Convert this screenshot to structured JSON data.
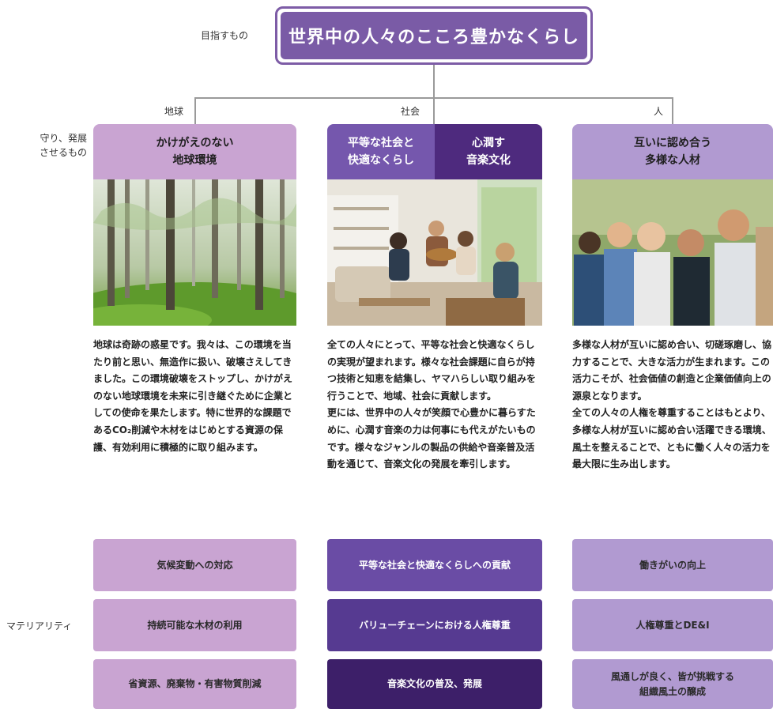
{
  "goal": {
    "label": "目指すもの",
    "text": "世界中の人々のこころ豊かなくらし"
  },
  "left_labels": {
    "protect": "守り、発展\nさせるもの",
    "materiality": "マテリアリティ"
  },
  "columns": [
    {
      "category": "地球",
      "heading": "かけがえのない\n地球環境",
      "photo": "forest-photo",
      "body": "地球は奇跡の惑星です。我々は、この環境を当たり前と思い、無造作に扱い、破壊さえしてきました。この環境破壊をストップし、かけがえのない地球環境を未来に引き継ぐために企業としての使命を果たします。特に世界的な課題であるCO₂削減や木材をはじめとする資源の保護、有効利用に積極的に取り組みます。",
      "materiality": [
        "気候変動への対応",
        "持続可能な木材の利用",
        "省資源、廃棄物・有害物質削減"
      ]
    },
    {
      "category": "社会",
      "heading_left": "平等な社会と\n快適なくらし",
      "heading_right": "心潤す\n音楽文化",
      "photo": "music-living-room-photo",
      "body": "全ての人々にとって、平等な社会と快適なくらしの実現が望まれます。様々な社会課題に自らが持つ技術と知恵を結集し、ヤマハらしい取り組みを行うことで、地域、社会に貢献します。\n更には、世界中の人々が笑顔で心豊かに暮らすために、心潤す音楽の力は何事にも代えがたいものです。様々なジャンルの製品の供給や音楽普及活動を通じて、音楽文化の発展を牽引します。",
      "materiality": [
        "平等な社会と快適なくらしへの貢献",
        "バリューチェーンにおける人権尊重",
        "音楽文化の普及、発展"
      ]
    },
    {
      "category": "人",
      "heading": "互いに認め合う\n多様な人材",
      "photo": "diverse-people-photo",
      "body": "多様な人材が互いに認め合い、切磋琢磨し、協力することで、大きな活力が生まれます。この活力こそが、社会価値の創造と企業価値向上の源泉となります。\n全ての人々の人権を尊重することはもとより、多様な人材が互いに認め合い活躍できる環境、風土を整えることで、ともに働く人々の活力を最大限に生み出します。",
      "materiality": [
        "働きがいの向上",
        "人権尊重とDE&I",
        "風通しが良く、皆が挑戦する\n組織風土の醸成"
      ]
    }
  ],
  "colors": {
    "goal_purple": "#7a5ba6",
    "earth_head": "#c9a4d2",
    "society_head_left": "#7557ad",
    "society_head_right": "#4e2a7e",
    "people_head": "#b19ad1"
  }
}
